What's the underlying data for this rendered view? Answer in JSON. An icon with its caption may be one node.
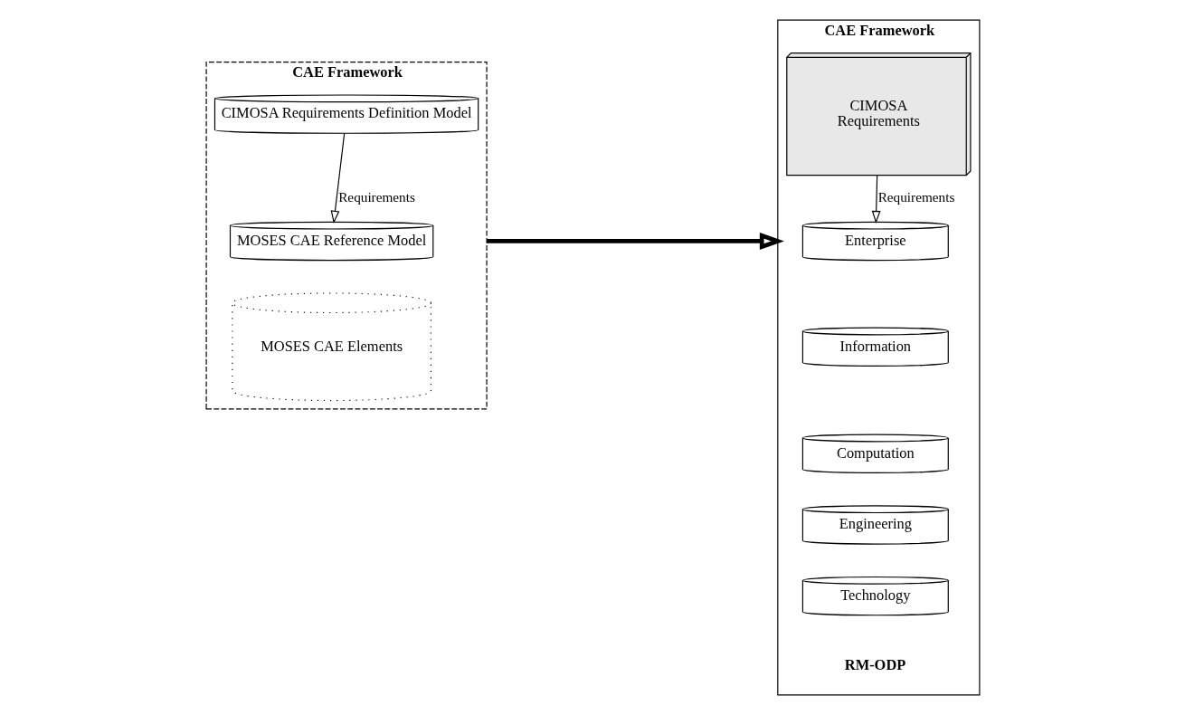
{
  "diagram": {
    "nodes": [
      {
        "text": [
          "CAE Framework"
        ]
      },
      {
        "text": [
          "CIMOSA Requirements Definition Model"
        ],
        "in": 0
      },
      {
        "text": [
          "MOSES CAE Reference Model"
        ],
        "in": 0
      },
      {
        "text": [
          "MOSES CAE Elements"
        ],
        "in": 0
      },
      {
        "text": [
          "CAE Framework"
        ]
      },
      {
        "text": [
          "CIMOSA",
          "Requirements"
        ],
        "in": 4
      },
      {
        "text": [
          "Enterprise"
        ],
        "in": 4
      },
      {
        "text": [
          "Information"
        ],
        "in": 4
      },
      {
        "text": [
          "Computation"
        ],
        "in": 4
      },
      {
        "text": [
          "Engineering"
        ],
        "in": 4
      },
      {
        "text": [
          "Technology"
        ],
        "in": 4
      }
    ],
    "edges": [
      {
        "from": 1,
        "to": 2,
        "arrow": "to",
        "label": "Requirements"
      },
      {
        "from": 0,
        "to": 4,
        "arrow": "to",
        "style": "thick"
      },
      {
        "from": 5,
        "to": 6,
        "arrow": "to",
        "label": "Requirements"
      }
    ],
    "labels": [
      "RM-ODP"
    ]
  }
}
